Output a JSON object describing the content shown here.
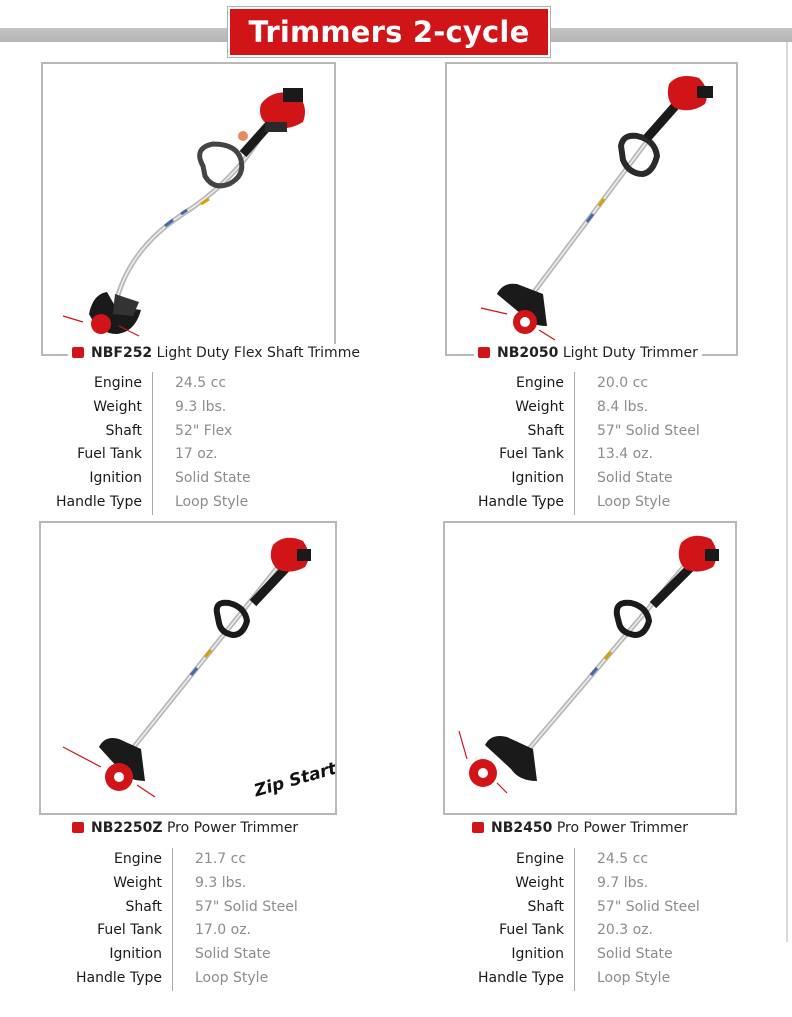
{
  "header": {
    "title": "Trimmers 2-cycle"
  },
  "labels": [
    "Engine",
    "Weight",
    "Shaft",
    "Fuel Tank",
    "Ignition",
    "Handle Type"
  ],
  "products": [
    {
      "model": "NBF252",
      "description": "Light Duty Flex Shaft Trimme",
      "specs": [
        "24.5 cc",
        "9.3 lbs.",
        "52\" Flex",
        "17 oz.",
        "Solid State",
        "Loop Style"
      ]
    },
    {
      "model": "NB2050",
      "description": "Light Duty Trimmer",
      "specs": [
        "20.0 cc",
        "8.4 lbs.",
        "57\" Solid Steel",
        "13.4 oz.",
        "Solid State",
        "Loop Style"
      ]
    },
    {
      "model": "NB2250Z",
      "description": "Pro Power Trimmer",
      "badge": "Zip Start!",
      "specs": [
        "21.7 cc",
        "9.3 lbs.",
        "57\" Solid Steel",
        "17.0 oz.",
        "Solid State",
        "Loop Style"
      ]
    },
    {
      "model": "NB2450",
      "description": "Pro Power Trimmer",
      "specs": [
        "24.5 cc",
        "9.7 lbs.",
        "57\" Solid Steel",
        "20.3 oz.",
        "Solid State",
        "Loop Style"
      ]
    }
  ],
  "colors": {
    "brand_red": "#d01418",
    "band_gray": "#bcbcbc",
    "value_gray": "#8c8c8c"
  }
}
